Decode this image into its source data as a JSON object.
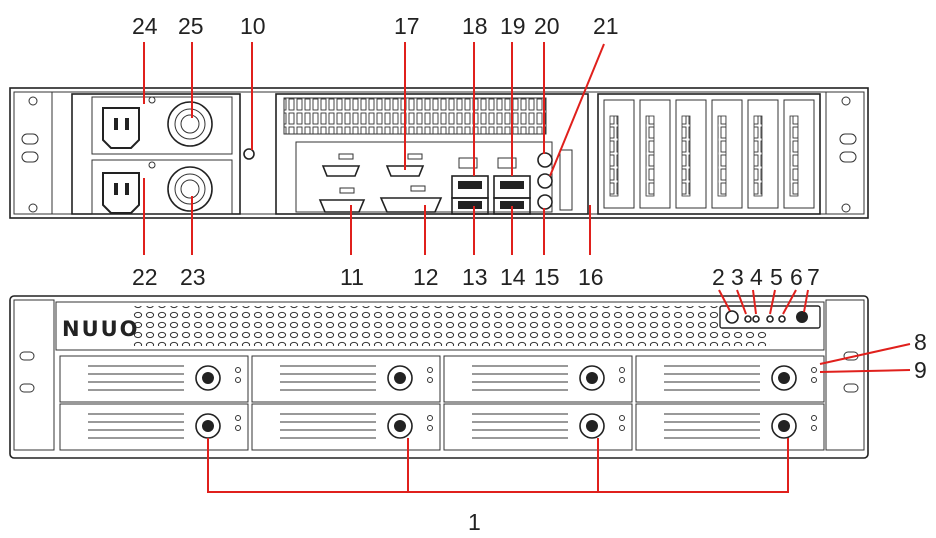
{
  "brand": "NUUO",
  "colors": {
    "leader": "#e0201c",
    "outline": "#222222",
    "panel": "#ffffff"
  },
  "callouts": {
    "c1": "1",
    "c2": "2",
    "c3": "3",
    "c4": "4",
    "c5": "5",
    "c6": "6",
    "c7": "7",
    "c8": "8",
    "c9": "9",
    "c10": "10",
    "c11": "11",
    "c12": "12",
    "c13": "13",
    "c14": "14",
    "c15": "15",
    "c16": "16",
    "c17": "17",
    "c18": "18",
    "c19": "19",
    "c20": "20",
    "c21": "21",
    "c22": "22",
    "c23": "23",
    "c24": "24",
    "c25": "25"
  }
}
